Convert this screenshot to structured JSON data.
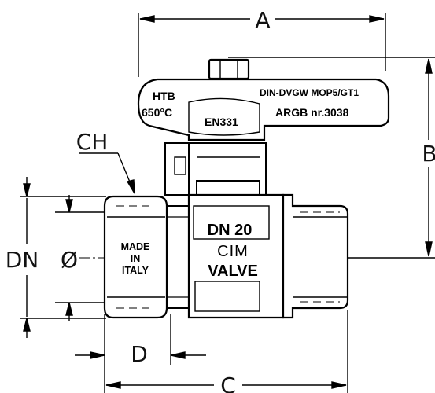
{
  "dimensions": {
    "a": "A",
    "b": "B",
    "c": "C",
    "d": "D",
    "ch": "CH",
    "dn": "DN",
    "diameter": "Ø"
  },
  "handle": {
    "htb": "HTB",
    "temperature": "650°C",
    "en": "EN331",
    "din": "DIN-DVGW MOP5/GT1",
    "argb": "ARGB nr.3038"
  },
  "body": {
    "dn": "DN 20",
    "brand": "CIM",
    "valve": "VALVE"
  },
  "nut": {
    "line1": "MADE",
    "line2": "IN",
    "line3": "ITALY"
  }
}
